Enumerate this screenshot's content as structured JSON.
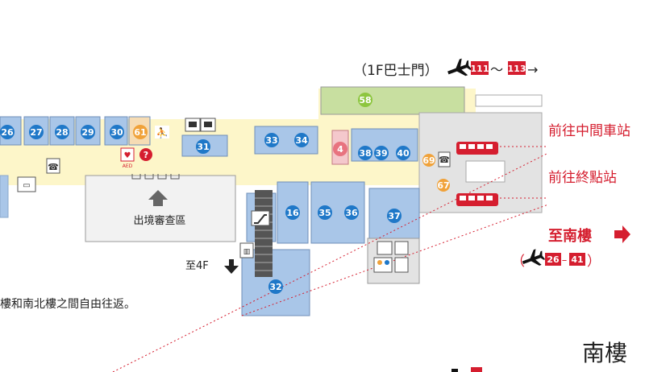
{
  "header": {
    "bus_gate_label": "（1F巴士門）",
    "gate_from": "111",
    "gate_range_sep": "～",
    "gate_to": "113",
    "arrow": "→"
  },
  "gates_top_row": [
    "26",
    "27",
    "28",
    "29",
    "30"
  ],
  "gates_mid": [
    "31",
    "33",
    "34",
    "38",
    "39",
    "40"
  ],
  "gates_lower": [
    "16",
    "35",
    "36",
    "37",
    "32"
  ],
  "gates_green": "58",
  "gates_orange": [
    "61",
    "69",
    "67"
  ],
  "gate_pink": "4",
  "aed_label": "AED",
  "immigration_label": "出境審查區",
  "to_4f_label": "至4F",
  "free_travel_text": "樓和南北樓之間自由往返。",
  "train_mid_label": "前往中間車站",
  "train_end_label": "前往終點站",
  "to_south": {
    "label": "至南樓",
    "gate_from": "26",
    "gate_sep": "–",
    "gate_to": "41",
    "paren_open": "（",
    "paren_close": "）"
  },
  "south_building_label": "南樓",
  "colors": {
    "gate_blue": "#1f78c8",
    "gate_orange": "#f0a23a",
    "gate_green": "#8dc63f",
    "room_blue": "#a9c6e8",
    "corridor": "#fdf6c9",
    "gray_area": "#e3e3e3",
    "accent_red": "#d51e2f",
    "green_zone": "#c8dfa0"
  },
  "icons": [
    "airplane-icon",
    "phone-icon",
    "escalator-icon",
    "elevator-icon",
    "restroom-icon",
    "info-icon",
    "aed-icon",
    "monitor-icon",
    "shower-icon",
    "train-icon",
    "arrow-right-icon",
    "arrow-up-icon",
    "arrow-down-icon"
  ]
}
